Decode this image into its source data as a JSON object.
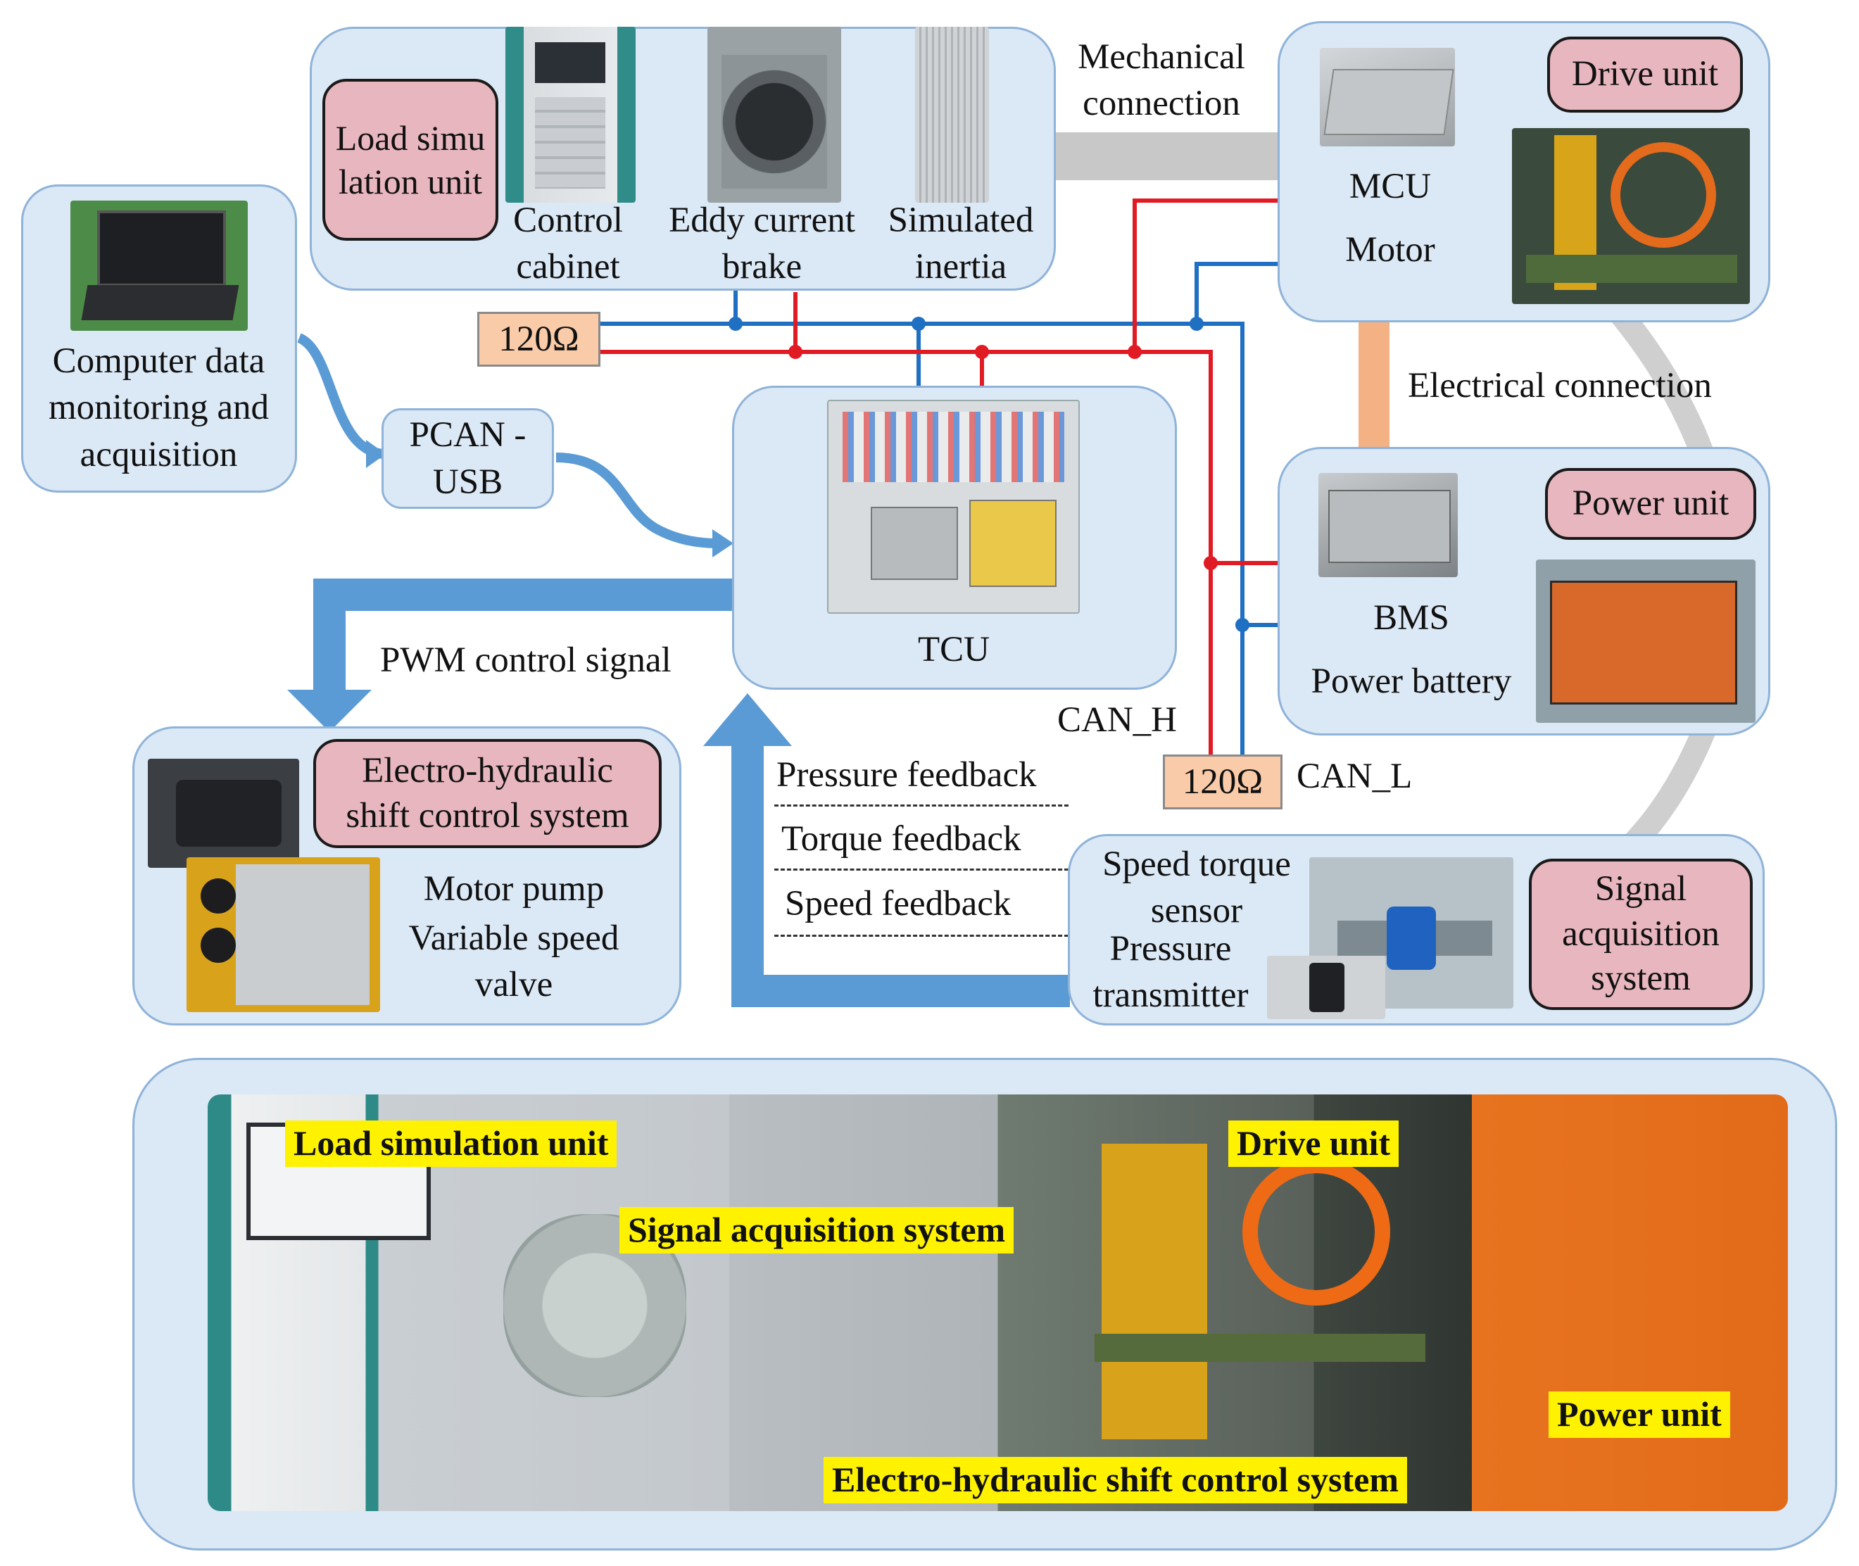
{
  "load_unit": {
    "tag": "Load simulation unit",
    "control_cabinet": "Control cabinet",
    "eddy_current_brake": "Eddy current brake",
    "simulated_inertia": "Simulated inertia"
  },
  "mechanical_connection": "Mechanical connection",
  "drive_unit": {
    "tag": "Drive unit",
    "mcu": "MCU",
    "motor": "Motor"
  },
  "electrical_connection": "Electrical connection",
  "power_unit": {
    "tag": "Power unit",
    "bms": "BMS",
    "battery": "Power battery"
  },
  "computer": {
    "label": "Computer data monitoring and acquisition"
  },
  "pcan": {
    "label": "PCAN -USB"
  },
  "tcu": {
    "label": "TCU"
  },
  "resistor_top": "120Ω",
  "resistor_bottom": "120Ω",
  "can_h": "CAN_H",
  "can_l": "CAN_L",
  "pwm_signal": "PWM control signal",
  "feedback": {
    "pressure": "Pressure feedback",
    "torque": "Torque feedback",
    "speed": "Speed feedback"
  },
  "shift_system": {
    "tag": "Electro-hydraulic shift control system",
    "motor_pump": "Motor pump",
    "valve": "Variable speed valve"
  },
  "signal_system": {
    "tag": "Signal acquisition system",
    "speed_torque_sensor": "Speed torque sensor",
    "pressure_transmitter": "Pressure transmitter"
  },
  "photo_labels": {
    "load": "Load simulation unit",
    "drive": "Drive unit",
    "signal": "Signal acquisition system",
    "power": "Power unit",
    "shift": "Electro-hydraulic shift control system"
  },
  "colors": {
    "panel_fill": "#dbe8f5",
    "tag_fill": "#e8b6be",
    "can_h_line": "#e01b24",
    "can_l_line": "#1f6fc2",
    "signal_arrow": "#5b9bd5",
    "electrical_conn": "#f4b183",
    "mechanical_conn": "#c8c8c8",
    "highlight": "#fff200"
  }
}
